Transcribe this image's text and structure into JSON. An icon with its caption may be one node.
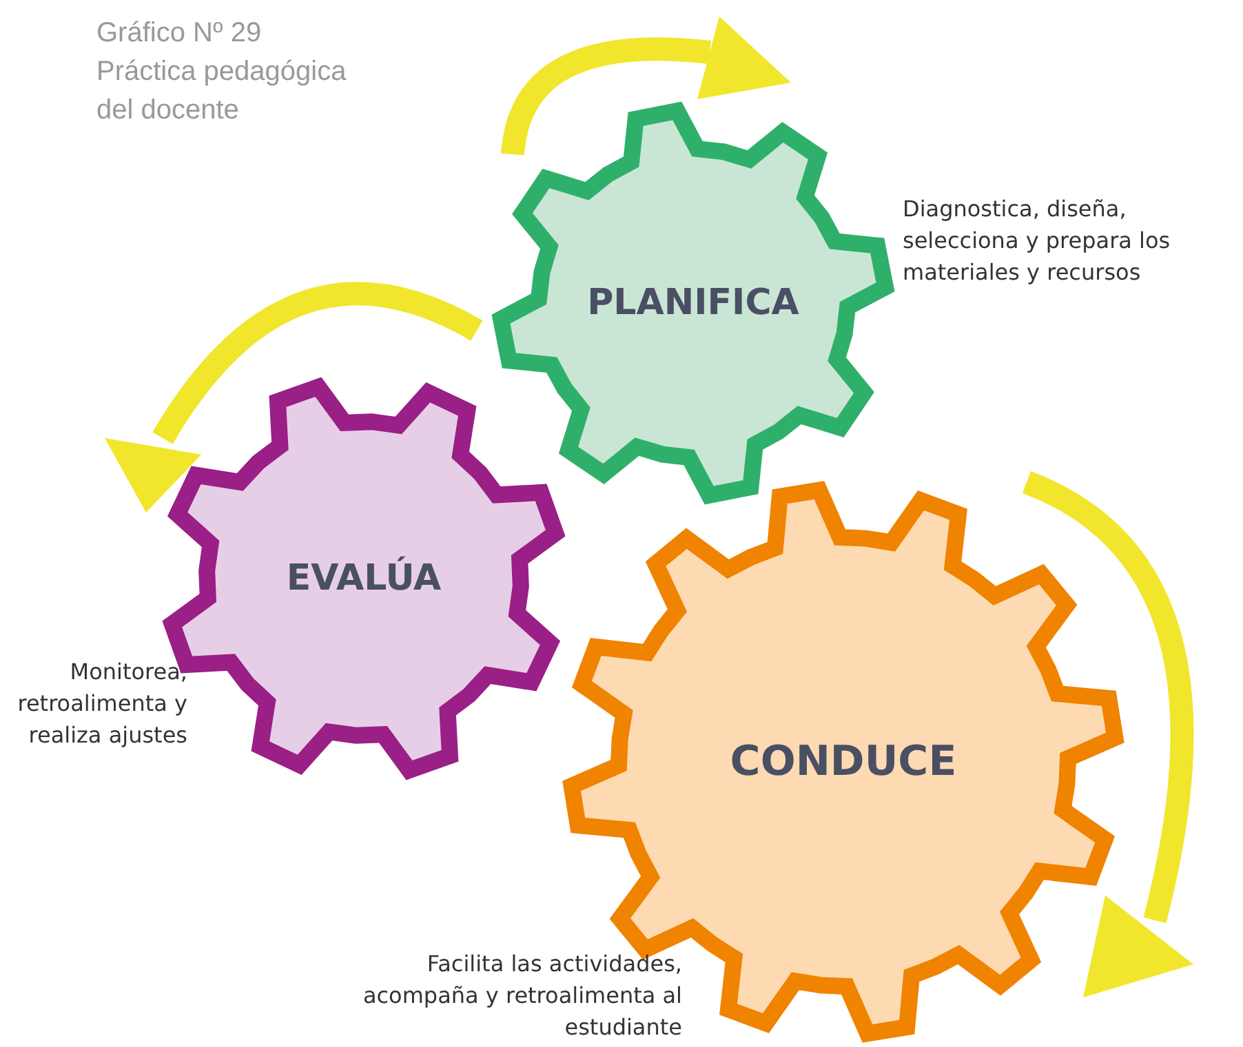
{
  "diagram": {
    "title": "Gráfico Nº 29 Práctica pedagógica del docente",
    "nodes": [
      {
        "text": [
          "PLANIFICA"
        ],
        "beside": [
          "Diagnostica, diseña, selecciona y prepara los materiales y recursos"
        ]
      },
      {
        "text": [
          "EVALÚA"
        ],
        "beside": [
          "Monitorea, retroalimenta y realiza ajustes"
        ]
      },
      {
        "text": [
          "CONDUCE"
        ],
        "beside": [
          "Facilita las actividades, acompaña y retroalimenta al estudiante"
        ]
      }
    ]
  }
}
